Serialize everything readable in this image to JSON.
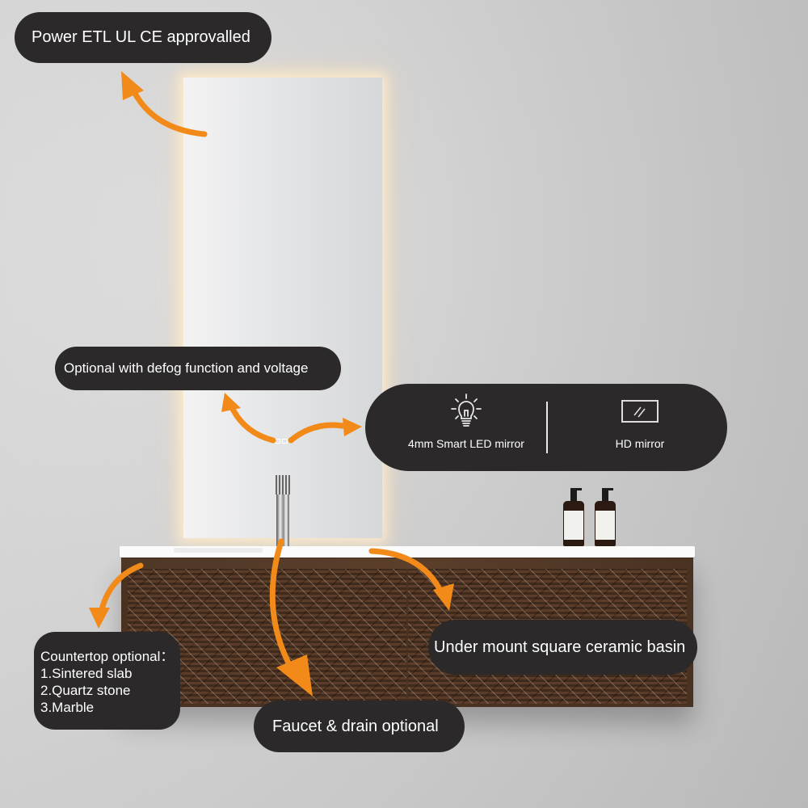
{
  "callouts": {
    "power": "Power ETL  UL CE approvalled",
    "defog": "Optional with defog function and voltage",
    "features": [
      {
        "icon": "lightbulb-icon",
        "label": "4mm Smart LED mirror"
      },
      {
        "icon": "hd-mirror-icon",
        "label": "HD mirror"
      }
    ],
    "countertop": {
      "title": "Countertop optional：",
      "options": [
        "1.Sintered slab",
        "2.Quartz stone",
        "3.Marble"
      ]
    },
    "faucet": "Faucet & drain optional",
    "basin": "Under mount square ceramic basin"
  },
  "colors": {
    "callout_bg": "#2b2929",
    "arrow": "#f28a1a",
    "text": "#ffffff"
  }
}
